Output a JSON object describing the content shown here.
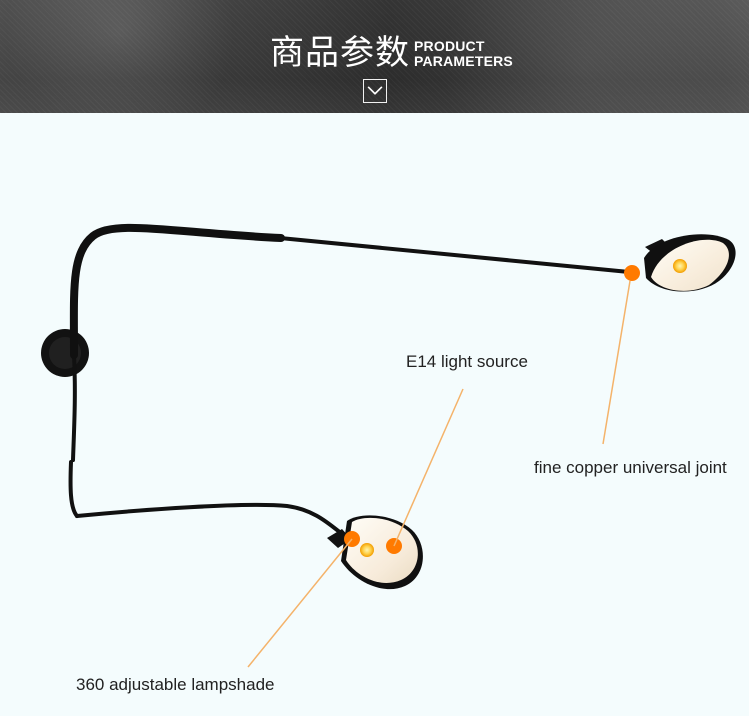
{
  "header": {
    "title_cn": "商品参数",
    "title_en_line1": "PRODUCT",
    "title_en_line2": "PARAMETERS",
    "arrow_icon": "chevron-down-icon"
  },
  "annotations": {
    "e14": "E14 light source",
    "copper": "fine copper universal joint",
    "shade": "360 adjustable lampshade"
  },
  "colors": {
    "background": "#f4fcfd",
    "accent": "#ff7a00",
    "callout_line": "#f4b36a",
    "lamp_black": "#111111",
    "lamp_inner": "#fff7e4"
  }
}
